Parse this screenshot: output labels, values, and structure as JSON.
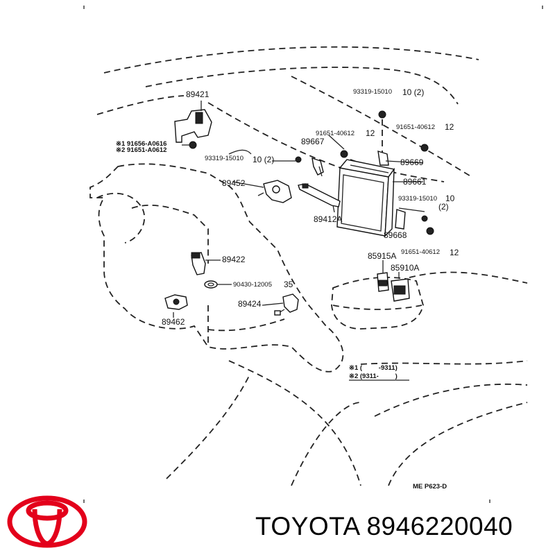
{
  "parts": [
    {
      "id": "p89421",
      "number": "89421"
    },
    {
      "id": "p93319a",
      "number": "93319-15010"
    },
    {
      "id": "p10a",
      "number": "10 (2)"
    },
    {
      "id": "p91656",
      "number": "※1 91656-A0616"
    },
    {
      "id": "p91651a",
      "number": "※2 91651-A0612"
    },
    {
      "id": "p91651b",
      "number": "91651-40612"
    },
    {
      "id": "p12a",
      "number": "12"
    },
    {
      "id": "p91651c",
      "number": "91651-40612"
    },
    {
      "id": "p12b",
      "number": "12"
    },
    {
      "id": "p89667",
      "number": "89667"
    },
    {
      "id": "p93319b",
      "number": "93319-15010"
    },
    {
      "id": "p10b",
      "number": "10 (2)"
    },
    {
      "id": "p89669",
      "number": "89669"
    },
    {
      "id": "p89452",
      "number": "89452"
    },
    {
      "id": "p89661",
      "number": "89661"
    },
    {
      "id": "p93319c",
      "number": "93319-15010"
    },
    {
      "id": "p10c",
      "number": "10"
    },
    {
      "id": "p2c",
      "number": "(2)"
    },
    {
      "id": "p89412A",
      "number": "89412A"
    },
    {
      "id": "p89668",
      "number": "89668"
    },
    {
      "id": "p91651d",
      "number": "91651-40612"
    },
    {
      "id": "p12c",
      "number": "12"
    },
    {
      "id": "p89422",
      "number": "89422"
    },
    {
      "id": "p85915A",
      "number": "85915A"
    },
    {
      "id": "p85910A",
      "number": "85910A"
    },
    {
      "id": "p90430",
      "number": "90430-12005"
    },
    {
      "id": "p35",
      "number": "35"
    },
    {
      "id": "p89424",
      "number": "89424"
    },
    {
      "id": "p89462",
      "number": "89462"
    }
  ],
  "legend": {
    "line1": "※1 (         -9311)",
    "line2": "※2 (9311-         )"
  },
  "figure_code": "ME P623-D",
  "brand_line": "TOYOTA 8946220040",
  "colors": {
    "logo": "#e3001b",
    "ink": "#222222"
  }
}
